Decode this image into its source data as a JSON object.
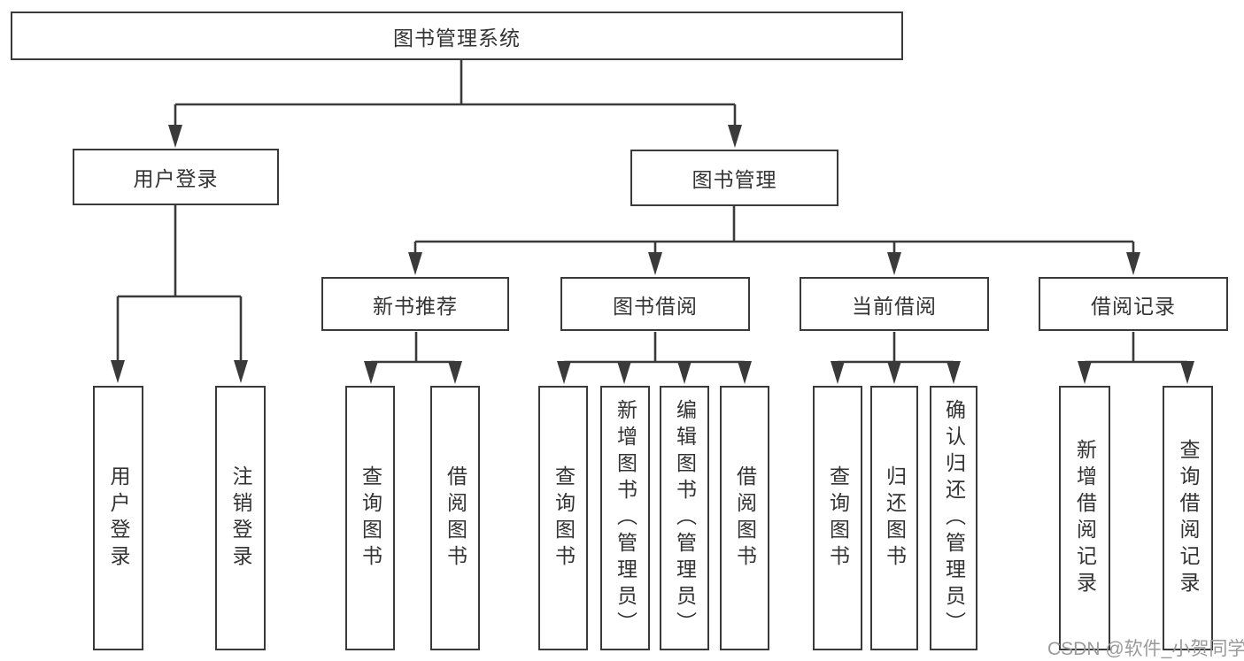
{
  "diagram": {
    "title": "图书管理系统",
    "level2": {
      "user_login": "用户登录",
      "book_management": "图书管理"
    },
    "level3": {
      "new_book_recommend": "新书推荐",
      "book_borrowing": "图书借阅",
      "current_borrowing": "当前借阅",
      "borrowing_records": "借阅记录"
    },
    "leaves": {
      "user_login": [
        "用户登录",
        "注销登录"
      ],
      "new_book_recommend": [
        "查询图书",
        "借阅图书"
      ],
      "book_borrowing": [
        "查询图书",
        "新增图书（管理员）",
        "编辑图书（管理员）",
        "借阅图书"
      ],
      "current_borrowing": [
        "查询图书",
        "归还图书",
        "确认归还（管理员）"
      ],
      "borrowing_records": [
        "新增借阅记录",
        "查询借阅记录"
      ]
    },
    "watermark": "CSDN @软件_小贺同学",
    "colors": {
      "line": "#3a3a3a",
      "text": "#333333",
      "watermark": "#9a9a9a",
      "background": "#ffffff"
    }
  }
}
